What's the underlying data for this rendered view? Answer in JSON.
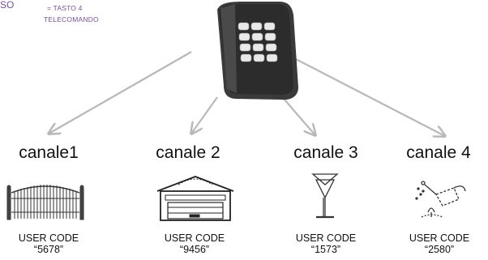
{
  "top_left_fragment": "SO",
  "note": {
    "line1": "= TASTO 4",
    "line2": "TELECOMANDO"
  },
  "device": {
    "icon": "keypad-reader-icon"
  },
  "channels": [
    {
      "label": "canale1",
      "icon": "gate-icon",
      "code_label": "USER CODE",
      "code": "“5678”"
    },
    {
      "label": "canale 2",
      "icon": "garage-door-icon",
      "code_label": "USER CODE",
      "code": "“9456”"
    },
    {
      "label": "canale 3",
      "icon": "garden-lamp-icon",
      "code_label": "USER CODE",
      "code": "“1573”"
    },
    {
      "label": "canale 4",
      "icon": "watering-can-icon",
      "code_label": "USER CODE",
      "code": "“2580”"
    }
  ],
  "colors": {
    "arrow": "#b8b8b8",
    "accent": "#7b4fa3",
    "text": "#111111"
  }
}
